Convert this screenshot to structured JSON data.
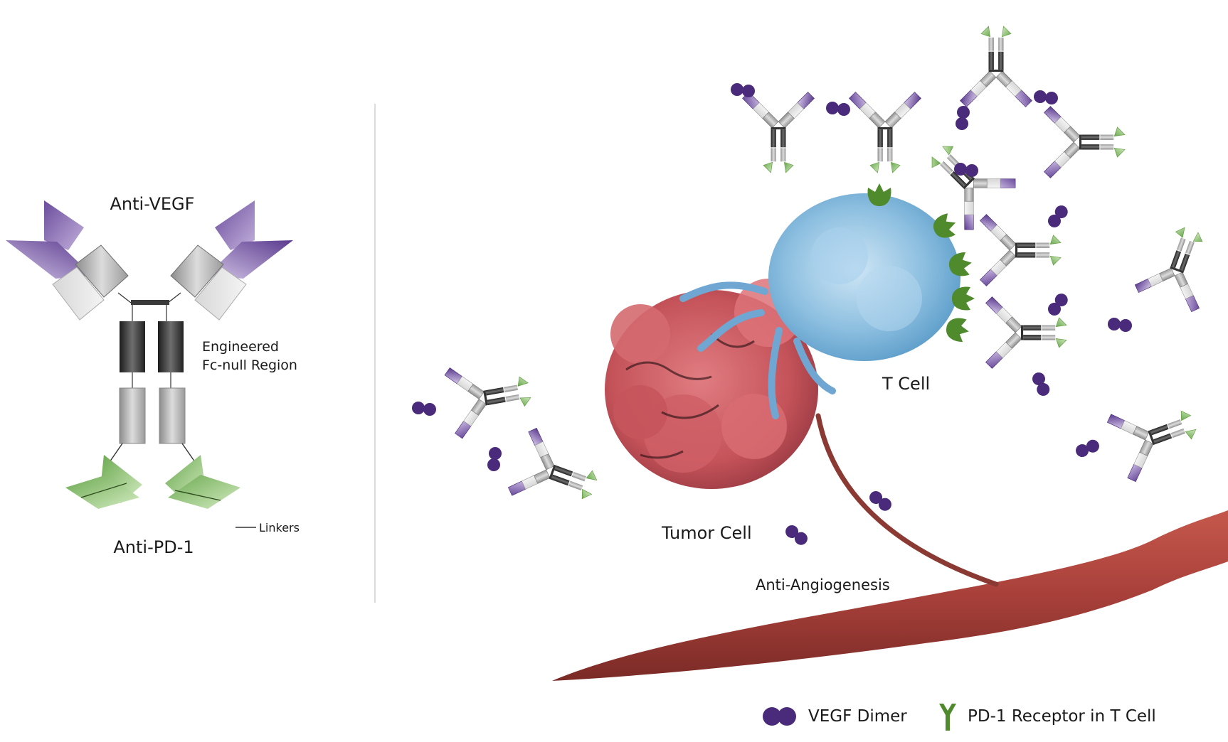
{
  "antibody": {
    "anti_vegf_label": "Anti-VEGF",
    "fc_region_label_line1": "Engineered",
    "fc_region_label_line2": "Fc-null Region",
    "linkers_label": "Linkers",
    "anti_pd1_label": "Anti-PD-1"
  },
  "scene": {
    "t_cell_label": "T Cell",
    "tumor_cell_label": "Tumor Cell",
    "angiogenesis_label": "Anti-Angiogenesis"
  },
  "legend": {
    "vegf_dimer_label": "VEGF Dimer",
    "pd1_receptor_label": "PD-1 Receptor in T Cell"
  },
  "colors": {
    "vegf_purple": "#4a2a7a",
    "pd1_green": "#4f8a2c",
    "antibody_light_green": "#9ccc7a",
    "tumor_red": "#c9585e",
    "t_cell_blue": "#8dbfe0",
    "vessel_red": "#a8403a"
  }
}
